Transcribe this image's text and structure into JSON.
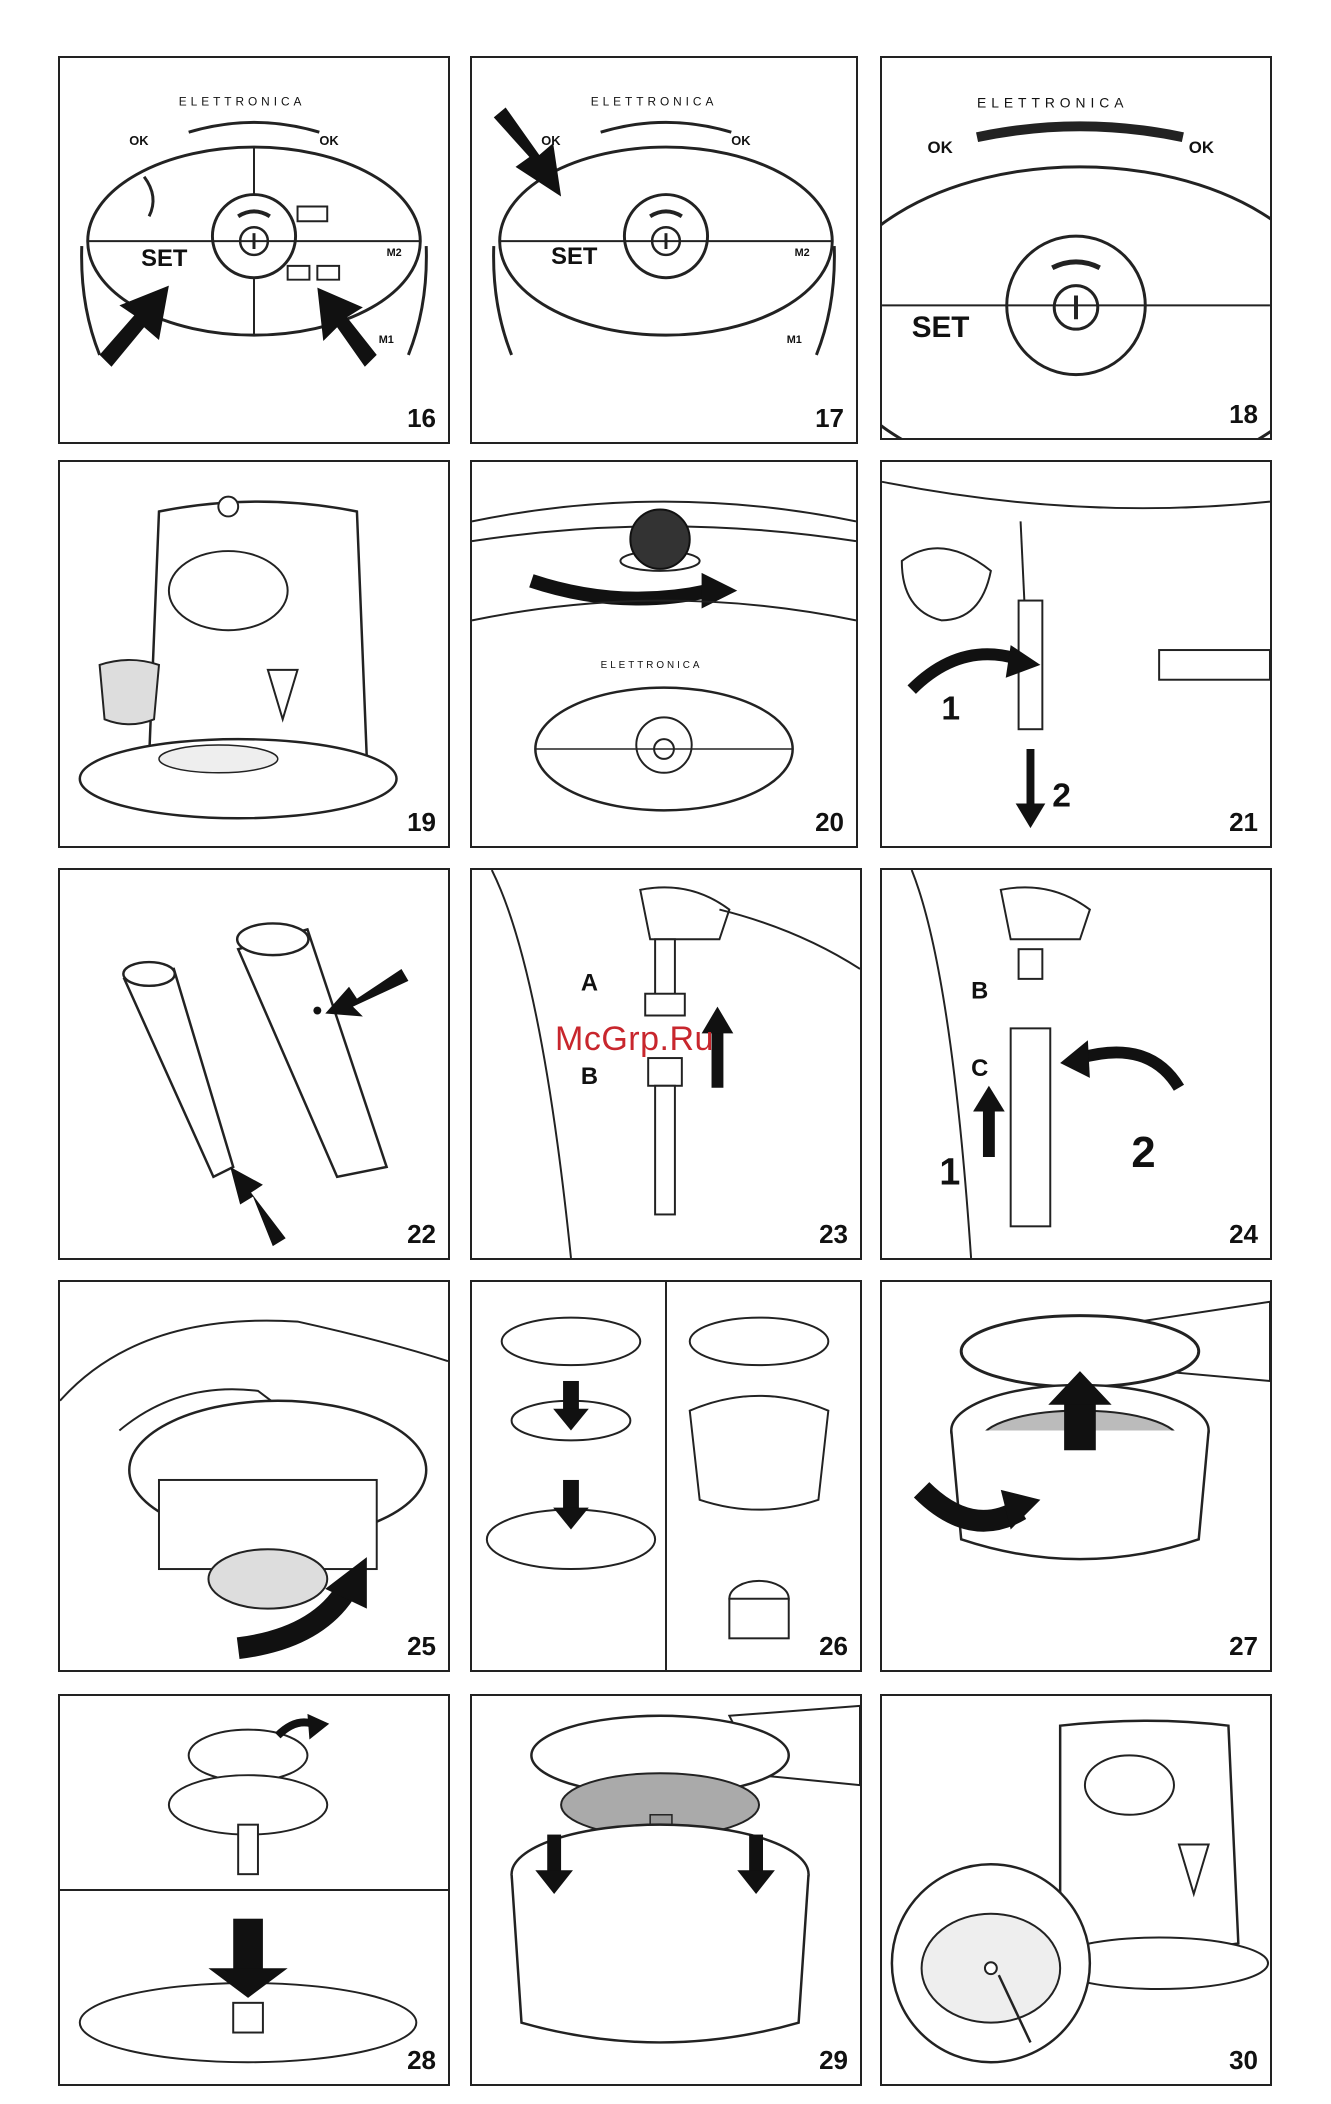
{
  "watermark": "McGrp.Ru",
  "panels": [
    {
      "number": "16"
    },
    {
      "number": "17"
    },
    {
      "number": "18"
    },
    {
      "number": "19"
    },
    {
      "number": "20"
    },
    {
      "number": "21"
    },
    {
      "number": "22"
    },
    {
      "number": "23"
    },
    {
      "number": "24"
    },
    {
      "number": "25"
    },
    {
      "number": "26"
    },
    {
      "number": "27"
    },
    {
      "number": "28"
    },
    {
      "number": "29"
    },
    {
      "number": "30"
    }
  ],
  "control_panel": {
    "brand": "ELETTRONICA",
    "ok_left": "OK",
    "ok_right": "OK",
    "set_label": "SET",
    "m1_label": "M1",
    "m2_label": "M2"
  },
  "panel20": {
    "brand": "ELETTRONICA"
  },
  "panel21": {
    "step1": "1",
    "step2": "2"
  },
  "panel23": {
    "label_a": "A",
    "label_b": "B"
  },
  "panel24": {
    "label_b": "B",
    "label_c": "C",
    "step1": "1",
    "step2": "2"
  }
}
